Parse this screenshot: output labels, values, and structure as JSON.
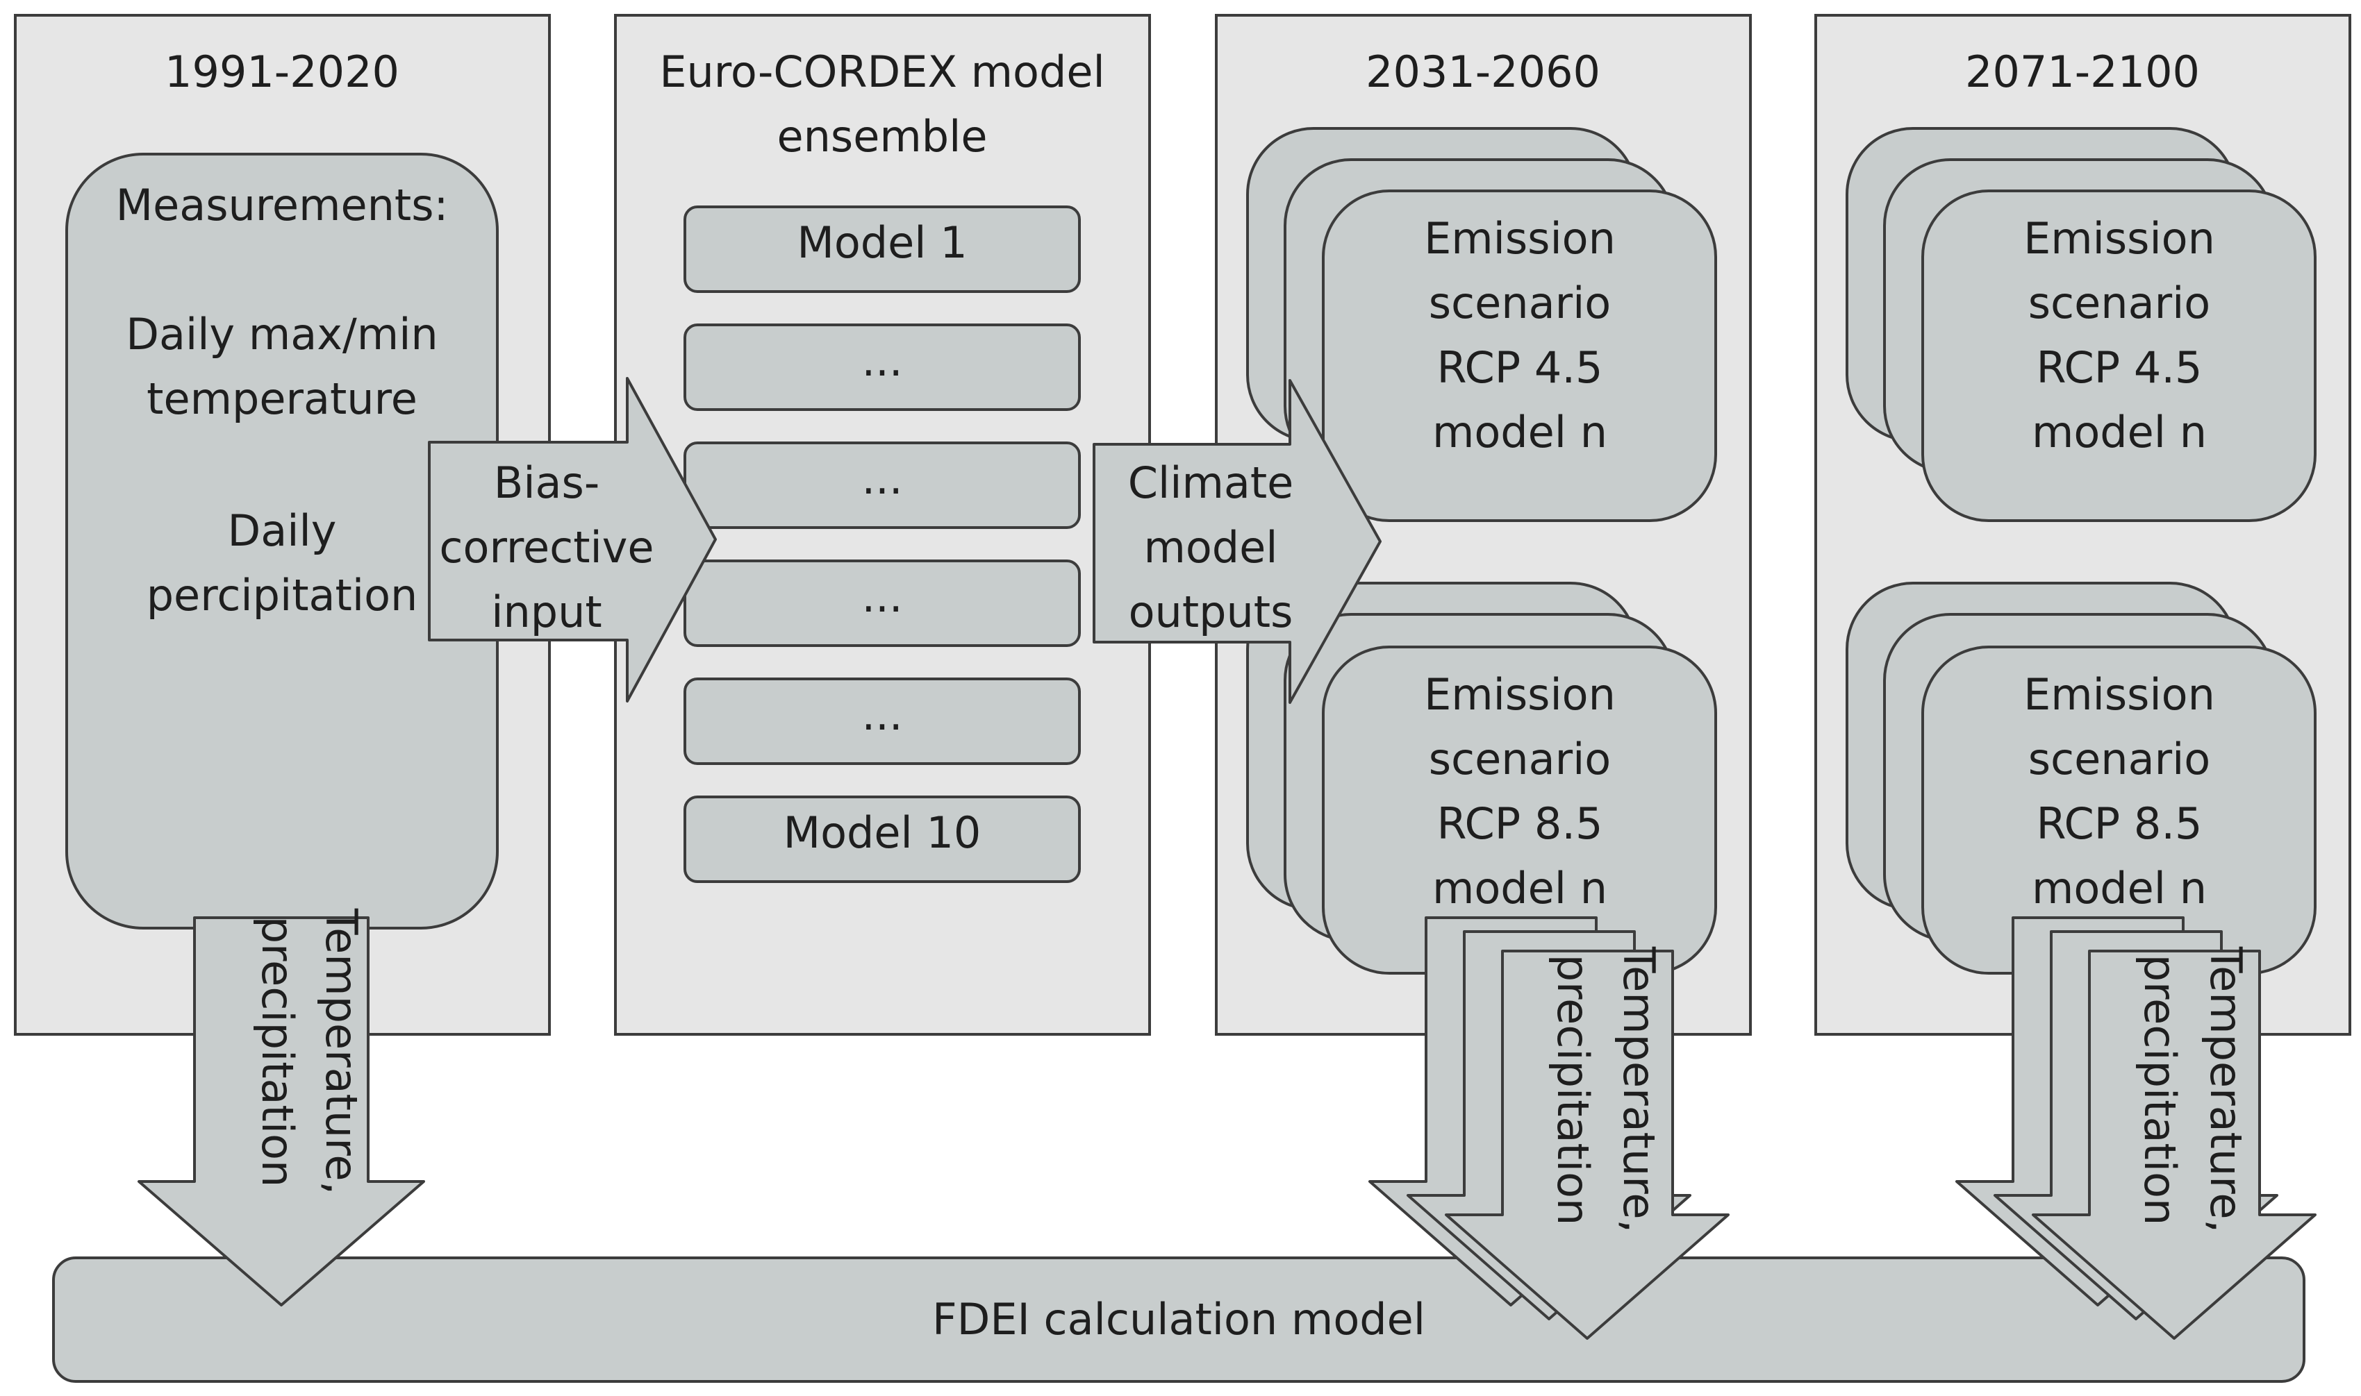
{
  "columns": [
    {
      "title_lines": [
        "1991-2020"
      ],
      "measurements": {
        "heading": "Measurements:",
        "item1_lines": [
          "Daily max/min",
          "temperature"
        ],
        "item2_lines": [
          "Daily",
          "percipitation"
        ]
      }
    },
    {
      "title_lines": [
        "Euro-CORDEX model",
        "ensemble"
      ],
      "models": [
        "Model 1",
        "...",
        "...",
        "...",
        "...",
        "Model 10"
      ]
    },
    {
      "title_lines": [
        "2031-2060"
      ],
      "scenarios": [
        {
          "lines": [
            "Emission",
            "scenario",
            "RCP 4.5",
            "model n"
          ]
        },
        {
          "lines": [
            "Emission",
            "scenario",
            "RCP 8.5",
            "model n"
          ]
        }
      ]
    },
    {
      "title_lines": [
        "2071-2100"
      ],
      "scenarios": [
        {
          "lines": [
            "Emission",
            "scenario",
            "RCP 4.5",
            "model n"
          ]
        },
        {
          "lines": [
            "Emission",
            "scenario",
            "RCP 8.5",
            "model n"
          ]
        }
      ]
    }
  ],
  "arrows": {
    "bias": [
      "Bias-",
      "corrective",
      "input"
    ],
    "climate": [
      "Climate",
      "model",
      "outputs"
    ],
    "down": [
      "Temperature,",
      "precipitation"
    ]
  },
  "fdei": {
    "label": "FDEI calculation model"
  }
}
